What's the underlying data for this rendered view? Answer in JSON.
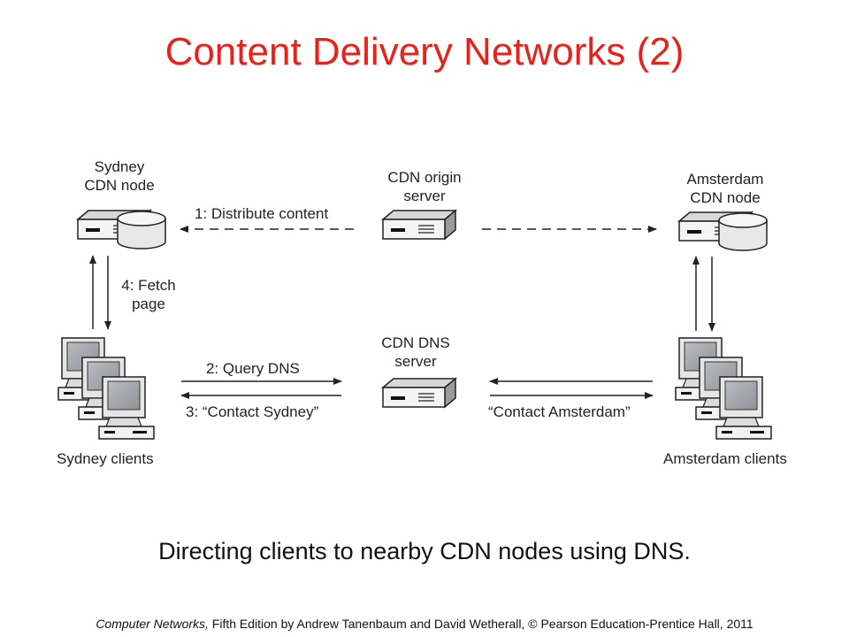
{
  "title": "Content Delivery Networks (2)",
  "diagram": {
    "sydney_node": {
      "line1": "Sydney",
      "line2": "CDN node"
    },
    "origin_server": {
      "line1": "CDN origin",
      "line2": "server"
    },
    "amsterdam_node": {
      "line1": "Amsterdam",
      "line2": "CDN node"
    },
    "dns_server": {
      "line1": "CDN DNS",
      "line2": "server"
    },
    "sydney_clients": "Sydney clients",
    "amsterdam_clients": "Amsterdam clients",
    "step1": "1: Distribute content",
    "step2": "2: Query DNS",
    "step3": "3: “Contact Sydney”",
    "step4": {
      "line1": "4: Fetch",
      "line2": "page"
    },
    "contact_amsterdam": "“Contact Amsterdam”"
  },
  "caption": "Directing clients to nearby CDN nodes using DNS.",
  "footer": {
    "book_title": "Computer Networks,",
    "rest": " Fifth Edition by Andrew Tanenbaum and David Wetherall, © Pearson Education-Prentice Hall, 2011"
  },
  "colors": {
    "title": "#e8221b"
  }
}
